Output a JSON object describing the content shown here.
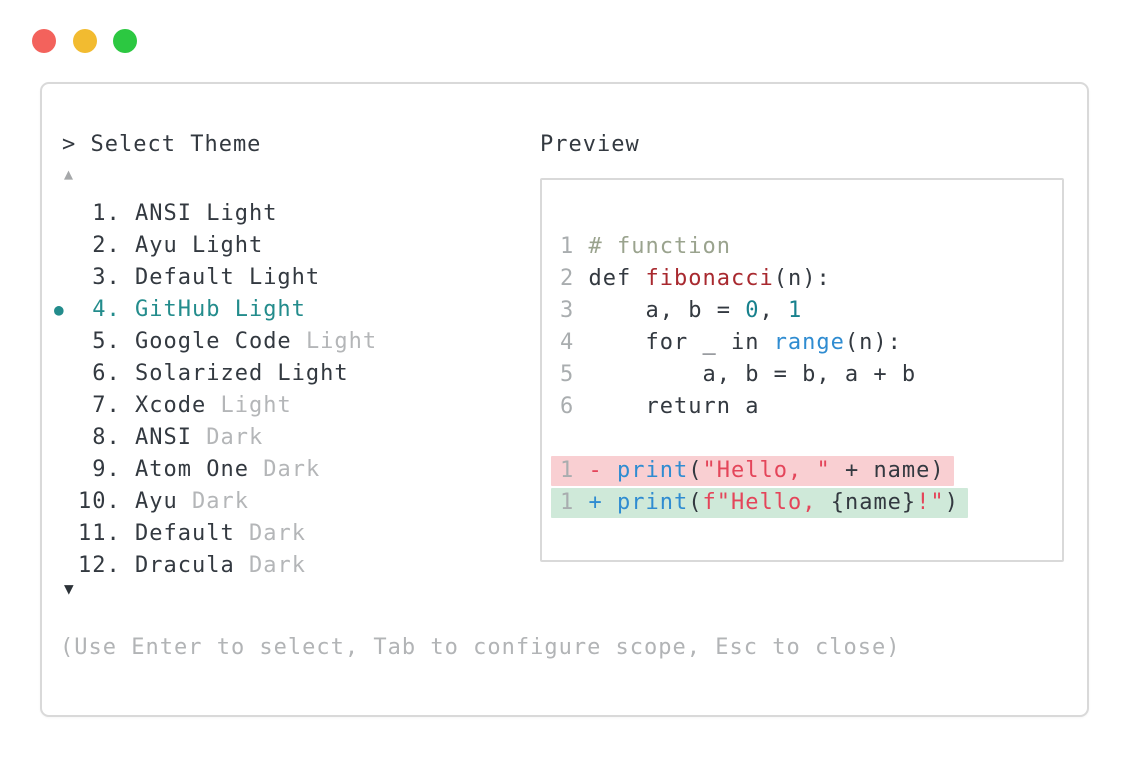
{
  "window": {
    "traffic_lights": {
      "close": "#f3625c",
      "minimize": "#f2bb30",
      "zoom": "#2cc841"
    }
  },
  "theme_selector": {
    "title": "> Select Theme",
    "scroll_up_icon": "▲",
    "scroll_down_icon": "▼",
    "selected_marker": "●",
    "items": [
      {
        "num": " 1.",
        "selected": false,
        "parts": [
          {
            "t": "ANSI Light",
            "muted": false
          }
        ]
      },
      {
        "num": " 2.",
        "selected": false,
        "parts": [
          {
            "t": "Ayu Light",
            "muted": false
          }
        ]
      },
      {
        "num": " 3.",
        "selected": false,
        "parts": [
          {
            "t": "Default Light",
            "muted": false
          }
        ]
      },
      {
        "num": " 4.",
        "selected": true,
        "parts": [
          {
            "t": "GitHub Light",
            "muted": false
          }
        ]
      },
      {
        "num": " 5.",
        "selected": false,
        "parts": [
          {
            "t": "Google Code ",
            "muted": false
          },
          {
            "t": "Light",
            "muted": true
          }
        ]
      },
      {
        "num": " 6.",
        "selected": false,
        "parts": [
          {
            "t": "Solarized Light",
            "muted": false
          }
        ]
      },
      {
        "num": " 7.",
        "selected": false,
        "parts": [
          {
            "t": "Xcode ",
            "muted": false
          },
          {
            "t": "Light",
            "muted": true
          }
        ]
      },
      {
        "num": " 8.",
        "selected": false,
        "parts": [
          {
            "t": "ANSI ",
            "muted": false
          },
          {
            "t": "Dark",
            "muted": true
          }
        ]
      },
      {
        "num": " 9.",
        "selected": false,
        "parts": [
          {
            "t": "Atom One ",
            "muted": false
          },
          {
            "t": "Dark",
            "muted": true
          }
        ]
      },
      {
        "num": "10.",
        "selected": false,
        "parts": [
          {
            "t": "Ayu ",
            "muted": false
          },
          {
            "t": "Dark",
            "muted": true
          }
        ]
      },
      {
        "num": "11.",
        "selected": false,
        "parts": [
          {
            "t": "Default ",
            "muted": false
          },
          {
            "t": "Dark",
            "muted": true
          }
        ]
      },
      {
        "num": "12.",
        "selected": false,
        "parts": [
          {
            "t": "Dracula ",
            "muted": false
          },
          {
            "t": "Dark",
            "muted": true
          }
        ]
      }
    ],
    "hint": "(Use Enter to select, Tab to configure scope, Esc to close)"
  },
  "preview": {
    "title": "Preview",
    "lines": [
      {
        "num": "1 ",
        "tokens": [
          {
            "t": "# function",
            "c": "comment"
          }
        ]
      },
      {
        "num": "2 ",
        "tokens": [
          {
            "t": "def ",
            "c": "fg"
          },
          {
            "t": "fibonacci",
            "c": "func"
          },
          {
            "t": "(n):",
            "c": "fg"
          }
        ]
      },
      {
        "num": "3 ",
        "tokens": [
          {
            "t": "    a, b = ",
            "c": "fg"
          },
          {
            "t": "0",
            "c": "number"
          },
          {
            "t": ", ",
            "c": "fg"
          },
          {
            "t": "1",
            "c": "number"
          }
        ]
      },
      {
        "num": "4 ",
        "tokens": [
          {
            "t": "    for _ in ",
            "c": "fg"
          },
          {
            "t": "range",
            "c": "builtin"
          },
          {
            "t": "(n):",
            "c": "fg"
          }
        ]
      },
      {
        "num": "5 ",
        "tokens": [
          {
            "t": "        a, b = b, a + b",
            "c": "fg"
          }
        ]
      },
      {
        "num": "6 ",
        "tokens": [
          {
            "t": "    return a",
            "c": "fg"
          }
        ]
      },
      {
        "num": "",
        "tokens": []
      },
      {
        "num": "1 ",
        "bg": "del",
        "tokens": [
          {
            "t": "- ",
            "c": "string"
          },
          {
            "t": "print",
            "c": "builtin"
          },
          {
            "t": "(",
            "c": "fg"
          },
          {
            "t": "\"Hello, \"",
            "c": "string"
          },
          {
            "t": " + name)",
            "c": "fg"
          }
        ]
      },
      {
        "num": "1 ",
        "bg": "add",
        "tokens": [
          {
            "t": "+ ",
            "c": "builtin"
          },
          {
            "t": "print",
            "c": "builtin"
          },
          {
            "t": "(",
            "c": "fg"
          },
          {
            "t": "f\"Hello, ",
            "c": "string"
          },
          {
            "t": "{name}",
            "c": "fg"
          },
          {
            "t": "!\"",
            "c": "string"
          },
          {
            "t": ")",
            "c": "fg"
          }
        ]
      }
    ]
  },
  "colors": {
    "fg": "#333940",
    "muted": "#b4b6b8",
    "selected": "#238c8c",
    "ln": "#a9adaf",
    "comment": "#9aa38e",
    "func": "#a8292f",
    "number": "#18818d",
    "builtin": "#2f8cd1",
    "string": "#e4455a",
    "del_bg": "#f9cfd2",
    "add_bg": "#cfe9d9"
  }
}
